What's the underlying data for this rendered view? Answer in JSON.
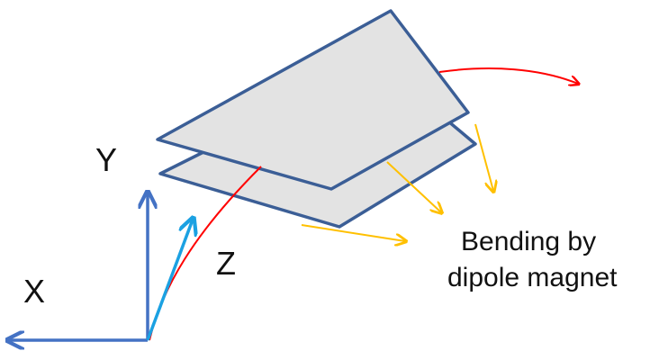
{
  "axes": {
    "x_label": "X",
    "y_label": "Y",
    "z_label": "Z"
  },
  "caption": {
    "line1": "Bending by",
    "line2": "dipole magnet"
  },
  "colors": {
    "axis": "#4472C4",
    "z_axis": "#1BA1E2",
    "plate_fill": "#E3E3E3",
    "plate_stroke": "#3B5E96",
    "beam": "#FF0000",
    "field_arrows": "#FFC000"
  }
}
